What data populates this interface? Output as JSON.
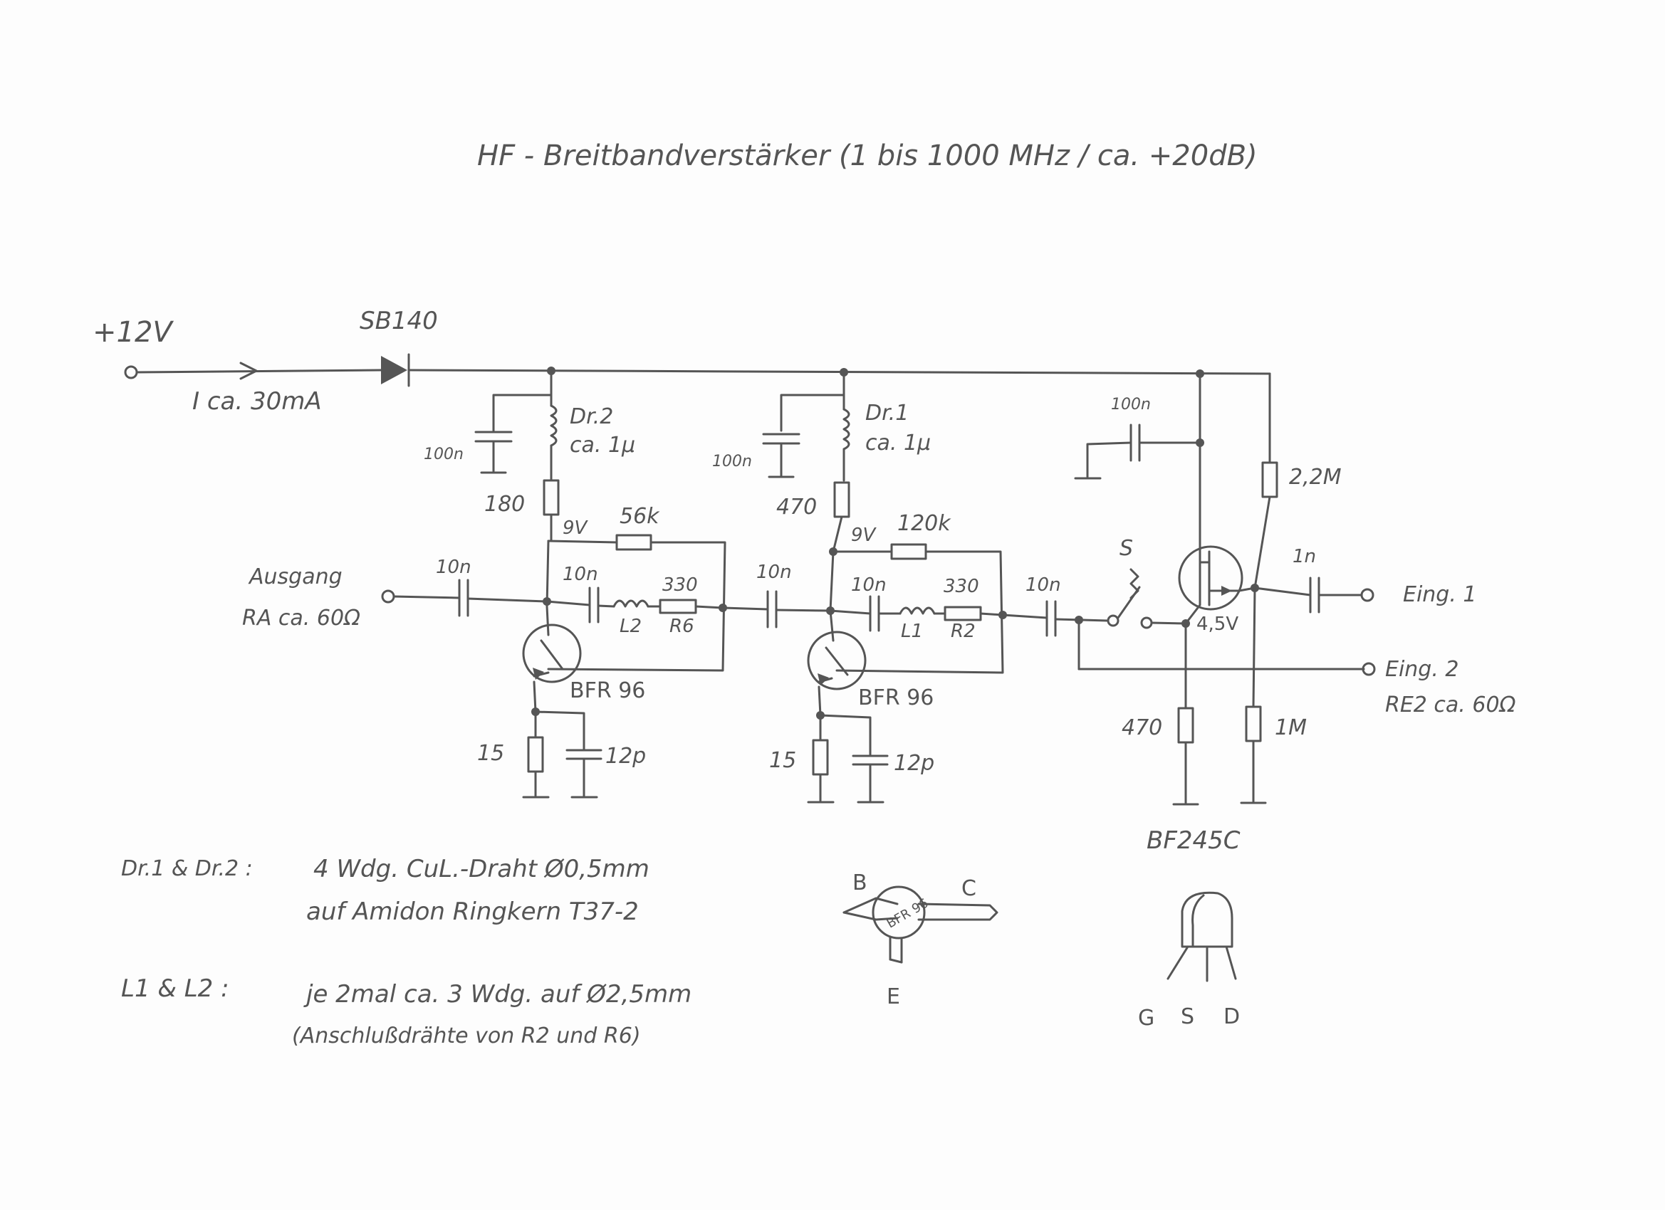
{
  "title": "HF - Breitbandverstärker (1 bis 1000 MHz / ca. +20dB)",
  "supply": {
    "voltage": "+12V",
    "diode": "SB140",
    "current": "I ca. 30mA"
  },
  "output": {
    "label": "Ausgang",
    "impedance": "RA ca. 60Ω"
  },
  "inputs": {
    "in1": "Eing. 1",
    "in2": "Eing. 2",
    "in2_impedance": "RE2 ca. 60Ω"
  },
  "stage1": {
    "choke": "Dr.2",
    "choke_value": "ca. 1μ",
    "decoupling_cap": "100n",
    "collector_res": "180",
    "voltage": "9V",
    "feedback_res": "56k",
    "coupling_cap_out": "10n",
    "feedback_cap": "10n",
    "inductor": "L2",
    "r_label": "R6",
    "r_value": "330",
    "transistor": "BFR 96",
    "emitter_res": "15",
    "emitter_cap": "12p"
  },
  "stage2": {
    "choke": "Dr.1",
    "choke_value": "ca. 1μ",
    "decoupling_cap": "100n",
    "collector_res": "470",
    "voltage": "9V",
    "feedback_res": "120k",
    "coupling_cap_interstage": "10n",
    "feedback_cap": "10n",
    "inductor": "L1",
    "r_label": "R2",
    "r_value": "330",
    "transistor": "BFR 96",
    "emitter_res": "15",
    "emitter_cap": "12p"
  },
  "input_stage": {
    "coupling_cap": "10n",
    "switch": "S",
    "drain_cap": "100n",
    "gate_res_top": "2,2M",
    "input_cap": "1n",
    "source_voltage": "4,5V",
    "source_res": "470",
    "gate_res_bottom": "1M",
    "fet": "BF245C"
  },
  "notes": {
    "line1a": "Dr.1 & Dr.2 :",
    "line1b": "4 Wdg. CuL.-Draht Ø0,5mm",
    "line2": "auf Amidon Ringkern T37-2",
    "line3a": "L1 & L2 :",
    "line3b": "je 2mal ca. 3 Wdg. auf Ø2,5mm",
    "line4": "(Anschlußdrähte von R2 und R6)"
  },
  "pinouts": {
    "bfr": {
      "b": "B",
      "c": "C",
      "e": "E",
      "marking": "BFR 96"
    },
    "fet": {
      "g": "G",
      "s": "S",
      "d": "D"
    }
  },
  "colors": {
    "ink": "#555555",
    "paper": "#fdfdfd"
  }
}
